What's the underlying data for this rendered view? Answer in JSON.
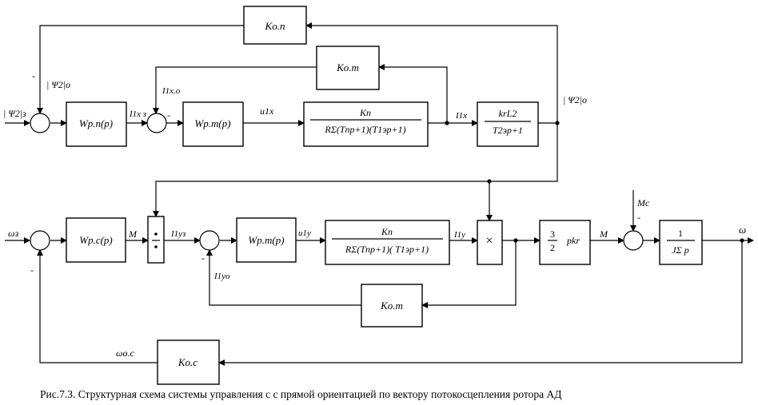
{
  "caption": "Рис.7.3. Структурная схема системы управления с с прямой ориентацией по вектору потокосцепления ротора АД",
  "blocks": {
    "k_os_top": "Kо.п",
    "k_os_mid": "Kо.т",
    "w_rp": "Wр.п(p)",
    "w_rt_top": "Wр.т(p)",
    "conv_top_num": "Kп",
    "conv_top_den": "RΣ(Tпp+1)(T1эp+1)",
    "flux_num": "krL2",
    "flux_den": "T2эp+1",
    "w_rs": "Wр.с(p)",
    "w_rt_bot": "Wр.т(p)",
    "conv_bot_num": "Kп",
    "conv_bot_den": "RΣ(Tпp+1)( T1эp+1)",
    "k_ot_bot": "Kо.т",
    "torque_num": "3",
    "torque_den": "2",
    "torque_tail": "pkr",
    "mech_num": "1",
    "mech_den": "JΣ p",
    "k_oc": "Kо.с",
    "multiply": "×"
  },
  "signals": {
    "psi_z": "| Ψ2|з",
    "psi_o_left": "| Ψ2|о",
    "psi_o_right": "| Ψ2|о",
    "i1xz": "I1x з",
    "i1xo": "I1x.о",
    "u1x": "u1x",
    "i1x": "I1x",
    "omega_z": "ωз",
    "M_left": "M",
    "i1yz": "I1yз",
    "u1y": "u1y",
    "i1y": "I1y",
    "i1yo": "I1yо",
    "M_right": "M",
    "Mc": "Mc",
    "omega": "ω",
    "omega_oc": "ωо.с",
    "minus": "-"
  }
}
